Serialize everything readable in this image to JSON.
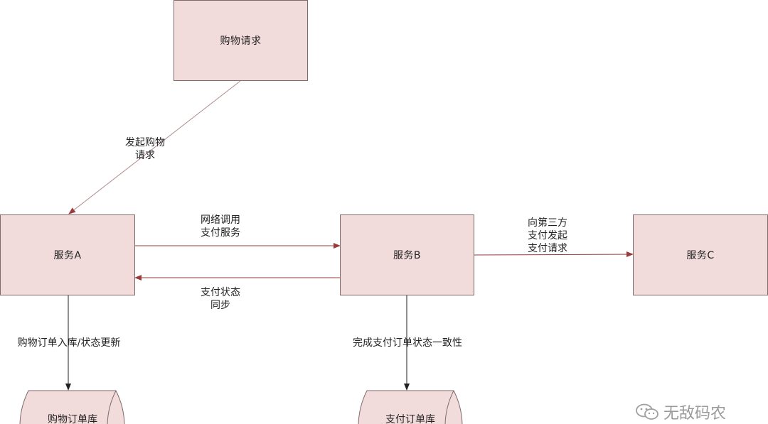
{
  "nodes": {
    "shopping_request": "购物请求",
    "service_a": "服务A",
    "service_b": "服务B",
    "service_c": "服务C",
    "shopping_order_db": "购物订单库",
    "payment_order_db": "支付订单库"
  },
  "edges": {
    "initiate_shopping": [
      "发起购物",
      "请求"
    ],
    "network_call": [
      "网络调用",
      "支付服务"
    ],
    "payment_status_sync": [
      "支付状态",
      "同步"
    ],
    "third_party_payment": [
      "向第三方",
      "支付发起",
      "支付请求"
    ],
    "order_store_update": "购物订单入库/状态更新",
    "payment_consistency": "完成支付订单状态一致性"
  },
  "watermark": "无敌码农",
  "colors": {
    "node_fill": "#f2dcdb",
    "node_border": "#7f6a6a",
    "arrow_red": "#9b3b3b",
    "arrow_black": "#222222"
  }
}
